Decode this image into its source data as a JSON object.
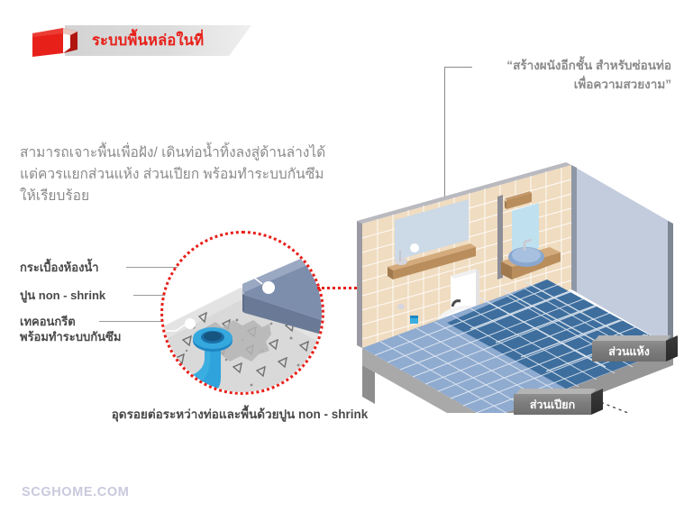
{
  "header": {
    "title": "ระบบพื้นหล่อในที่",
    "title_color": "#e8201a",
    "banner_color": "#d9d9d9",
    "logo_name": "red-cube-logo"
  },
  "intro": {
    "line1": "สามารถเจาะพื้นเพื่อฝัง/ เดินท่อน้ำทิ้งลงสู่ด้านล่างได้",
    "line2": "แต่ควรแยกส่วนแห้ง ส่วนเปียก พร้อมทำระบบกันซึม",
    "line3": "ให้เรียบร้อย",
    "color": "#8b8b8b"
  },
  "detail_callouts": {
    "tile": "กระเบื้องห้องน้ำ",
    "non_shrink": "ปูน non - shrink",
    "concrete_line1": "เทคอนกรีต",
    "concrete_line2": "พร้อมทำระบบกันซึม",
    "color": "#4a4a4a"
  },
  "detail_caption": "อุดรอยต่อระหว่างท่อและพื้นด้วยปูน non - shrink",
  "quote": {
    "line1": "“สร้างผนังอีกชั้น สำหรับซ่อนท่อ",
    "line2": "เพื่อความสวยงาม”",
    "color": "#8b8b8b"
  },
  "zone_tags": {
    "dry": "ส่วนแห้ง",
    "wet": "ส่วนเปียก",
    "text_color": "#ffffff",
    "box_color": "#7b7b7b"
  },
  "watermark": "SCGHOME.COM",
  "palette": {
    "accent_red": "#e8201a",
    "wall_tile_beige": "#f0dcc0",
    "glass_wall": "#c3ccdd",
    "floor_dry_blue": "#3d6e9e",
    "floor_wet_blue": "#8fabd0",
    "slab_gray": "#a9a9a9",
    "wood": "#c49a6c",
    "drain_blue": "#2196d6",
    "concrete_gray": "#d6d6d6",
    "grout_gray": "#9d9d9d",
    "detail_tile": "#7d8ead"
  }
}
